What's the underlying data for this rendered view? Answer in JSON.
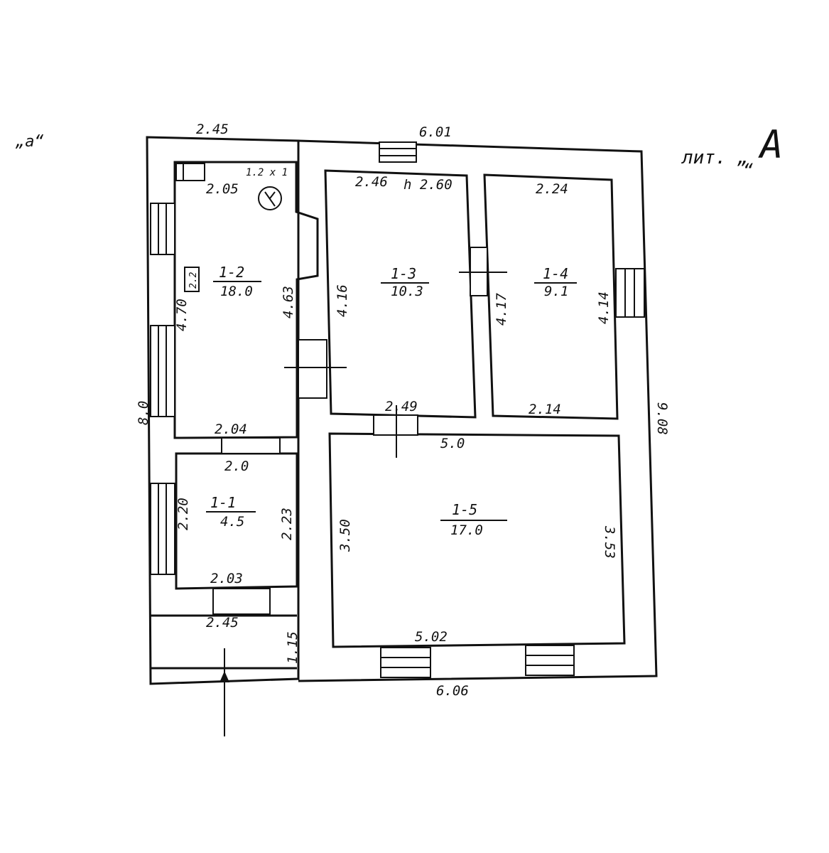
{
  "labels": {
    "corner_a": "„а“",
    "lit_label": "лит. „",
    "lit_letter": "А",
    "lit_close": "“"
  },
  "rooms": [
    {
      "number": "1-1",
      "area": "4.5"
    },
    {
      "number": "1-2",
      "area": "18.0"
    },
    {
      "number": "1-3",
      "area": "10.3"
    },
    {
      "number": "1-4",
      "area": "9.1"
    },
    {
      "number": "1-5",
      "area": "17.0"
    }
  ],
  "dimensions": {
    "top_left": "2.45",
    "top_right": "6.01",
    "right": "9.08",
    "bottom": "6.06",
    "left": "8.0",
    "r12_top": "2.05",
    "r12_left": "4.70",
    "r12_right": "4.63",
    "r12_bottom": "2.04",
    "r12_stove": "2.2",
    "r12_note": "1.2 х 1",
    "r13_top": "2.46",
    "r13_height": "h 2.60",
    "r13_left": "4.16",
    "r13_bottom": "2.49",
    "r14_top": "2.24",
    "r14_left": "4.17",
    "r14_right": "4.14",
    "r14_bottom": "2.14",
    "r11_top": "2.0",
    "r11_left": "2.20",
    "r11_right": "2.23",
    "r11_bottom": "2.03",
    "r15_top": "5.0",
    "r15_left": "3.50",
    "r15_right": "3.53",
    "r15_bottom": "5.02",
    "porch_width": "2.45",
    "porch_depth": "1.15"
  }
}
